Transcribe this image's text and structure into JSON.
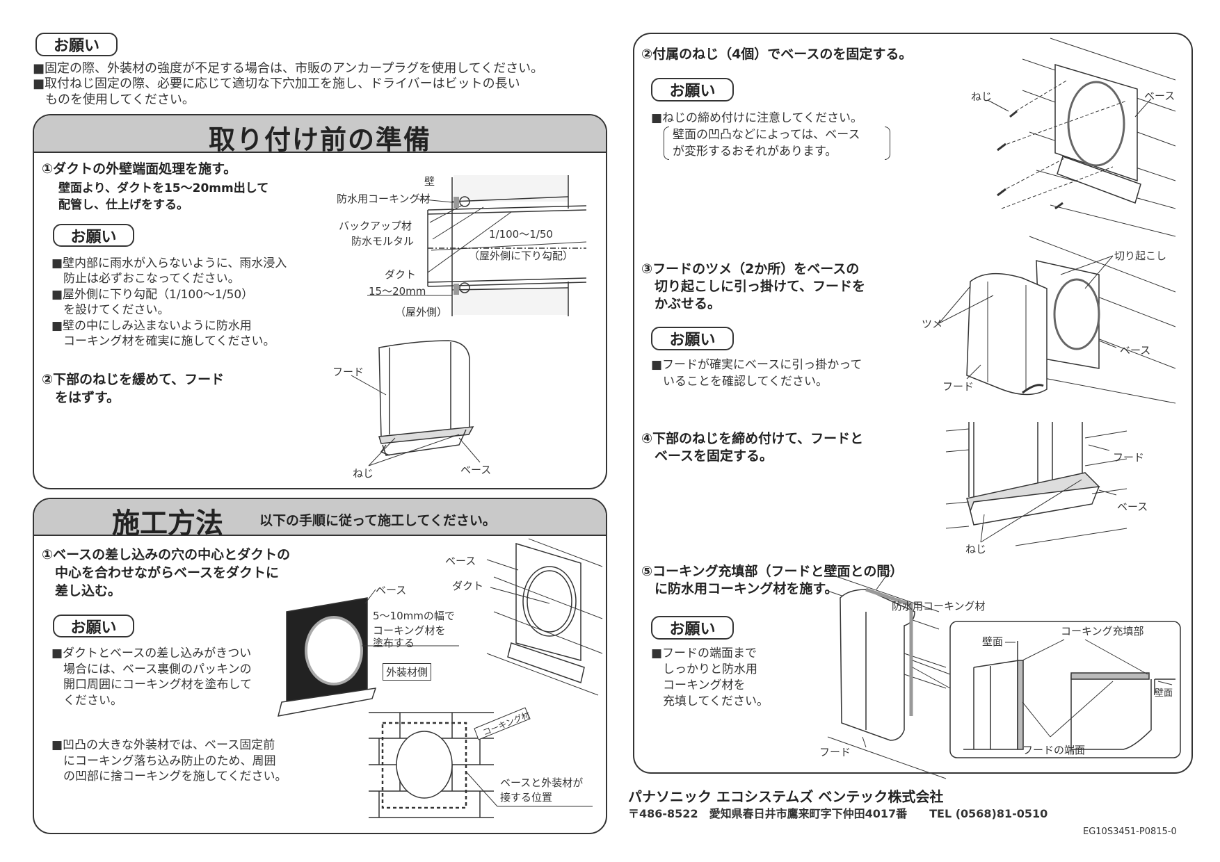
{
  "top_notice": {
    "badge": "お願い",
    "lines": [
      "■固定の際、外装材の強度が不足する場合は、市販のアンカープラグを使用してください。",
      "■取付ねじ固定の際、必要に応じて適切な下穴加工を施し、ドライバーはビットの長い",
      "　ものを使用してください。"
    ]
  },
  "prep": {
    "title": "取り付け前の準備",
    "step1": {
      "title": "①ダクトの外壁端面処理を施す。",
      "lines": [
        "壁面より、ダクトを15～20mm出して",
        "配管し、仕上げをする。"
      ]
    },
    "badge": "お願い",
    "bullets": [
      "■壁内部に雨水が入らないように、雨水浸入",
      "　防止は必ずおこなってください。",
      "■屋外側に下り勾配（1/100～1/50）",
      "　を設けてください。",
      "■壁の中にしみ込まないように防水用",
      "　コーキング材を確実に施してください。"
    ],
    "diagram1": {
      "wall": "壁",
      "caulk": "防水用コーキング材",
      "backup": "バックアップ材",
      "mortar": "防水モルタル",
      "slope": "1/100～1/50",
      "slope_note": "（屋外側に下り勾配）",
      "duct": "ダクト",
      "protrude": "15～20mm",
      "outside": "（屋外側）"
    },
    "step2": {
      "lines": [
        "②下部のねじを緩めて、フード",
        "　をはずす。"
      ]
    },
    "diagram2": {
      "hood": "フード",
      "screw": "ねじ",
      "base": "ベース"
    }
  },
  "method": {
    "title": "施工方法",
    "subtitle": "以下の手順に従って施工してください。",
    "step1": {
      "lines": [
        "①ベースの差し込みの穴の中心とダクトの",
        "　中心を合わせながらベースをダクトに",
        "　差し込む。"
      ]
    },
    "badge": "お願い",
    "bullets1": [
      "■ダクトとベースの差し込みがきつい",
      "　場合には、ベース裏側のパッキンの",
      "　開口周囲にコーキング材を塗布して",
      "　ください。"
    ],
    "bullets2": [
      "■凹凸の大きな外装材では、ベース固定前",
      "　にコーキング落ち込み防止のため、周囲",
      "　の凹部に捨コーキングを施してください。"
    ],
    "diagram_back": {
      "base": "ベース",
      "note": [
        "5～10mmの幅で",
        "コーキング材を",
        "塗布する"
      ],
      "side": "外装材側"
    },
    "diagram_persp": {
      "base": "ベース",
      "duct": "ダクト"
    },
    "diagram_brick": {
      "caulk": "コーキング材",
      "contact": [
        "ベースと外装材が",
        "接する位置"
      ]
    }
  },
  "right": {
    "step2": {
      "title": "②付属のねじ（4個）でベースのを固定する。",
      "badge": "お願い",
      "bullets": [
        "■ねじの締め付けに注意してください。",
        "壁面の凹凸などによっては、ベース",
        "が変形するおそれがあります。"
      ],
      "labels": {
        "screw": "ねじ",
        "base": "ベース"
      }
    },
    "step3": {
      "lines": [
        "③フードのツメ（2か所）をベースの",
        "　切り起こしに引っ掛けて、フードを",
        "　かぶせる。"
      ],
      "badge": "お願い",
      "bullets": [
        "■フードが確実にベースに引っ掛かって",
        "　いることを確認してください。"
      ],
      "labels": {
        "cut": "切り起こし",
        "claw": "ツメ",
        "base": "ベース",
        "hood": "フード"
      }
    },
    "step4": {
      "lines": [
        "④下部のねじを締め付けて、フードと",
        "　ベースを固定する。"
      ],
      "labels": {
        "hood": "フード",
        "base": "ベース",
        "screw": "ねじ"
      }
    },
    "step5": {
      "lines": [
        "⑤コーキング充填部（フードと壁面との間）",
        "　に防水用コーキング材を施す。"
      ],
      "badge": "お願い",
      "bullets": [
        "■フードの端面まで",
        "　しっかりと防水用",
        "　コーキング材を",
        "　充填してください。"
      ],
      "labels": {
        "caulk": "防水用コーキング材",
        "hood": "フード",
        "wall": "壁面",
        "fill": "コーキング充填部",
        "wall2": "壁面",
        "edge": "フードの端面"
      }
    }
  },
  "footer": {
    "company": "パナソニック エコシステムズ ベンテック株式会社",
    "address": "〒486-8522　愛知県春日井市鷹来町字下仲田4017番　　TEL (0568)81-0510",
    "code": "EG10S3451-P0815-0"
  }
}
